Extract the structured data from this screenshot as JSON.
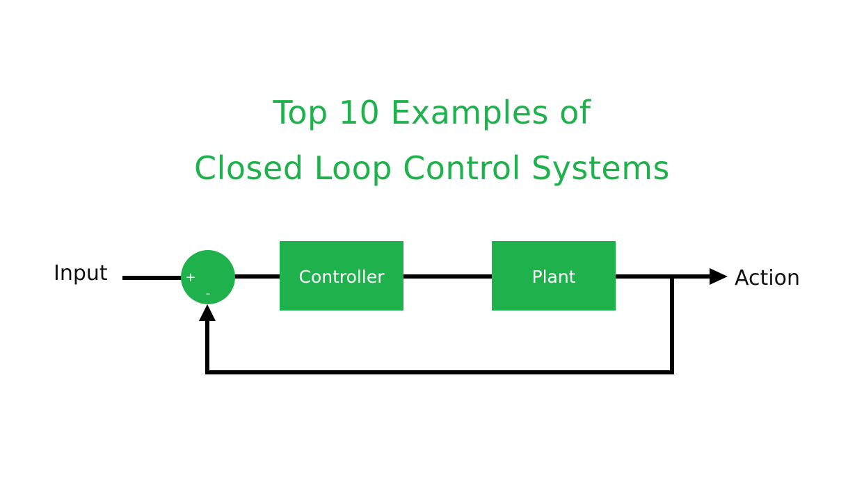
{
  "title": {
    "line1": "Top 10 Examples of",
    "line2": "Closed Loop Control Systems"
  },
  "colors": {
    "accent": "#1fb14b",
    "line": "#000000",
    "background": "#ffffff"
  },
  "diagram": {
    "input_label": "Input",
    "output_label": "Action",
    "summing_junction": {
      "plus_sign": "+",
      "minus_sign": "-"
    },
    "blocks": [
      {
        "label": "Controller"
      },
      {
        "label": "Plant"
      }
    ]
  }
}
